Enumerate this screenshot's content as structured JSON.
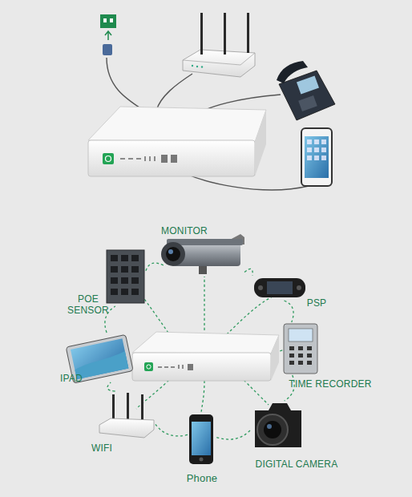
{
  "diagram": {
    "nodes": [
      {
        "text": [
          "MONITOR"
        ]
      },
      {
        "text": [
          "PSP"
        ]
      },
      {
        "text": [
          "TIME RECORDER"
        ]
      },
      {
        "text": [
          "DIGITAL CAMERA"
        ]
      },
      {
        "text": [
          "Phone"
        ]
      },
      {
        "text": [
          "WIFI"
        ]
      },
      {
        "text": [
          "IPAD"
        ]
      },
      {
        "text": [
          "POE SENSOR"
        ]
      }
    ],
    "edges": [
      {
        "from": 0,
        "to": 1,
        "arrow": "none"
      },
      {
        "from": 1,
        "to": 2,
        "arrow": "none"
      },
      {
        "from": 2,
        "to": 3,
        "arrow": "none"
      },
      {
        "from": 3,
        "to": 4,
        "arrow": "none"
      },
      {
        "from": 4,
        "to": 5,
        "arrow": "none"
      },
      {
        "from": 5,
        "to": 6,
        "arrow": "none"
      },
      {
        "from": 6,
        "to": 7,
        "arrow": "none"
      },
      {
        "from": 7,
        "to": 0,
        "arrow": "none"
      }
    ]
  }
}
